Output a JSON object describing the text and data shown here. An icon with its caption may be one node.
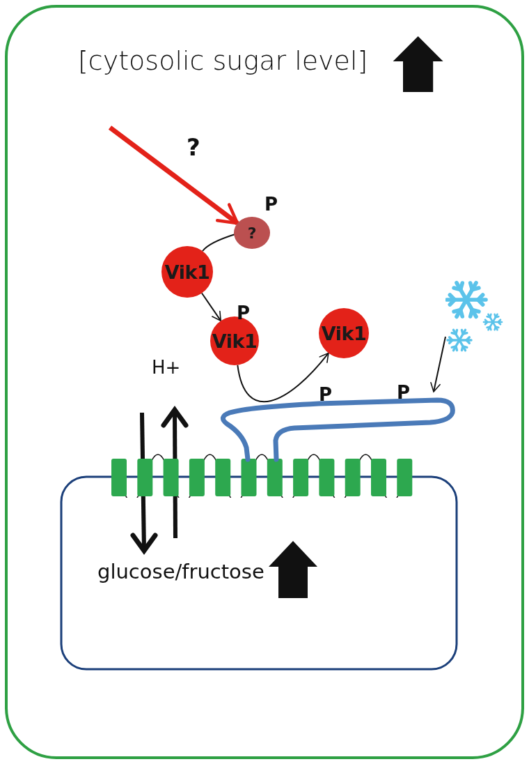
{
  "diagram": {
    "title": "[cytosolic sugar level]",
    "nodes": [
      {
        "text": [
          "?"
        ],
        "beside": [
          "P"
        ]
      },
      {
        "text": [
          "Vik1"
        ]
      },
      {
        "text": [
          "Vik1"
        ],
        "beside": [
          "P"
        ]
      },
      {
        "text": [
          "Vik1"
        ]
      },
      {
        "text": [],
        "shape": "snowflake"
      },
      {
        "text": [],
        "shape": "bar",
        "beside": [
          "P",
          "P"
        ]
      }
    ],
    "edges": [
      {
        "from": null,
        "to": 0,
        "arrow": "to",
        "label": "?",
        "style": "thick",
        "color": "#e32219"
      },
      {
        "from": 0,
        "to": 1,
        "arrow": "none"
      },
      {
        "from": 1,
        "to": 2,
        "arrow": "to"
      },
      {
        "from": 2,
        "to": 3,
        "arrow": "to"
      },
      {
        "from": 4,
        "to": 5,
        "arrow": "to"
      }
    ],
    "labels": [
      "H+",
      "glucose/fructose"
    ]
  }
}
